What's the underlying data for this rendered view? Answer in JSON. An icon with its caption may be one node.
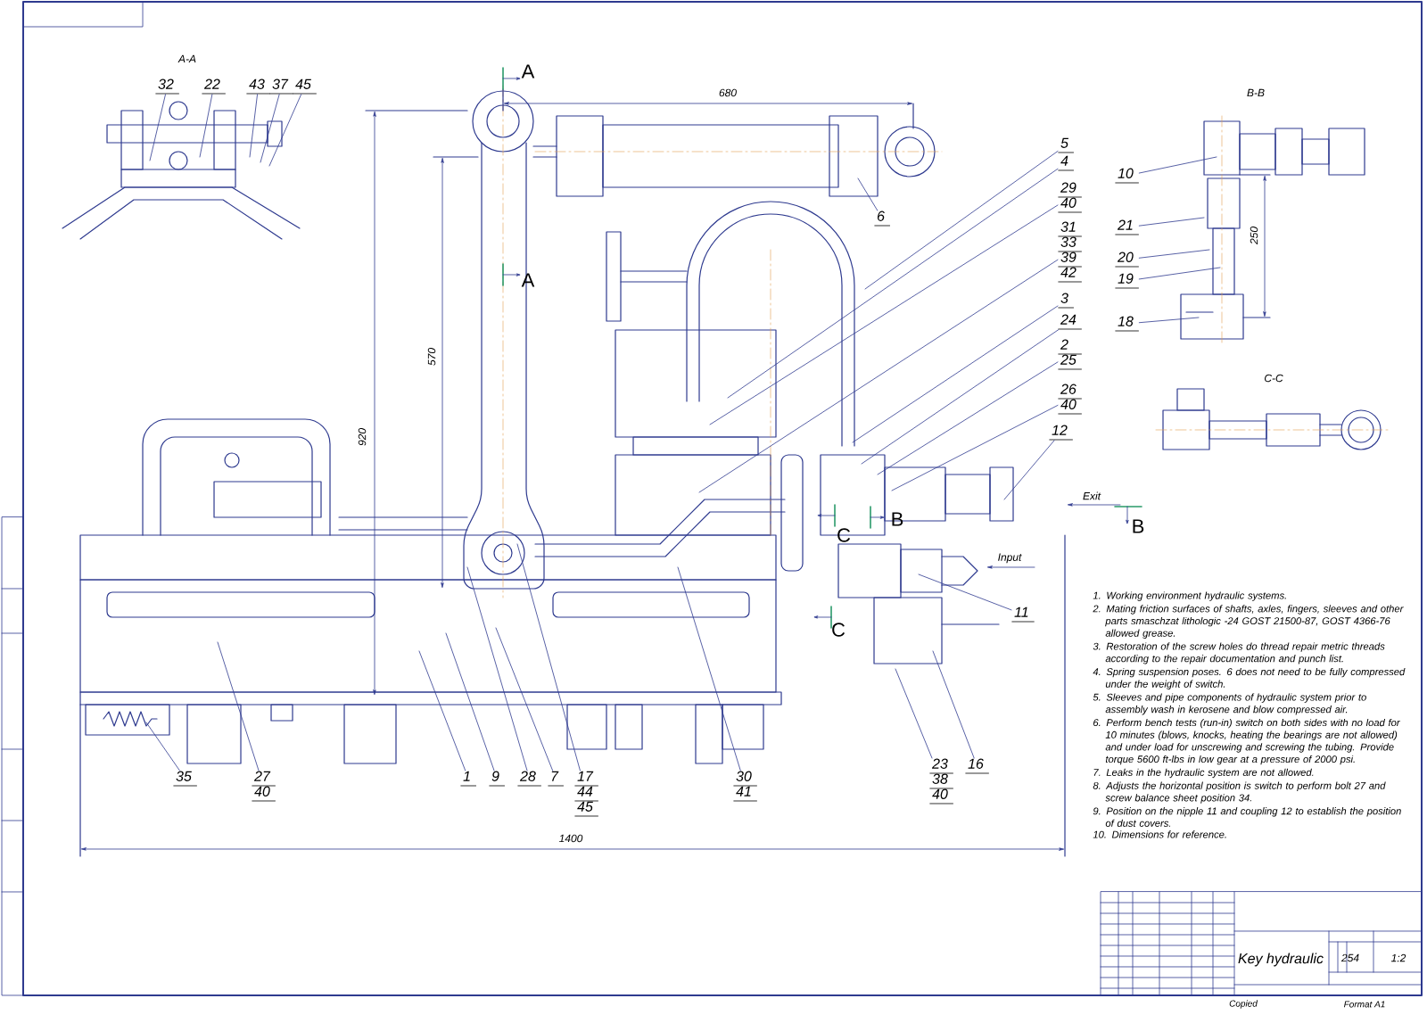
{
  "diagram": {
    "nodes": [
      {
        "text": [
          "32"
        ]
      },
      {
        "text": [
          "22"
        ]
      },
      {
        "text": [
          "43"
        ]
      },
      {
        "text": [
          "37"
        ]
      },
      {
        "text": [
          "45"
        ]
      },
      {
        "text": [
          "5"
        ]
      },
      {
        "text": [
          "4"
        ]
      },
      {
        "text": [
          "29",
          "40"
        ]
      },
      {
        "text": [
          "31",
          "33",
          "39",
          "42"
        ]
      },
      {
        "text": [
          "3"
        ]
      },
      {
        "text": [
          "24"
        ]
      },
      {
        "text": [
          "2",
          "25"
        ]
      },
      {
        "text": [
          "26",
          "40"
        ]
      },
      {
        "text": [
          "12"
        ]
      },
      {
        "text": [
          "6"
        ]
      },
      {
        "text": [
          "11"
        ]
      },
      {
        "text": [
          "10"
        ]
      },
      {
        "text": [
          "21"
        ]
      },
      {
        "text": [
          "20"
        ]
      },
      {
        "text": [
          "19"
        ]
      },
      {
        "text": [
          "18"
        ]
      },
      {
        "text": [
          "35"
        ]
      },
      {
        "text": [
          "27",
          "40"
        ]
      },
      {
        "text": [
          "1"
        ]
      },
      {
        "text": [
          "9"
        ]
      },
      {
        "text": [
          "28"
        ]
      },
      {
        "text": [
          "7"
        ]
      },
      {
        "text": [
          "17",
          "44",
          "45"
        ]
      },
      {
        "text": [
          "30",
          "41"
        ]
      },
      {
        "text": [
          "23",
          "38",
          "40"
        ]
      },
      {
        "text": [
          "16"
        ]
      }
    ],
    "edges": [
      {
        "from": 0,
        "to": null,
        "arrow": "none"
      },
      {
        "from": 1,
        "to": null,
        "arrow": "none"
      },
      {
        "from": 2,
        "to": null,
        "arrow": "none"
      },
      {
        "from": 3,
        "to": null,
        "arrow": "none"
      },
      {
        "from": 4,
        "to": null,
        "arrow": "none"
      },
      {
        "from": 5,
        "to": null,
        "arrow": "none"
      },
      {
        "from": 6,
        "to": null,
        "arrow": "none"
      },
      {
        "from": 7,
        "to": null,
        "arrow": "none"
      },
      {
        "from": 8,
        "to": null,
        "arrow": "none"
      },
      {
        "from": 9,
        "to": null,
        "arrow": "none"
      },
      {
        "from": 10,
        "to": null,
        "arrow": "none"
      },
      {
        "from": 11,
        "to": null,
        "arrow": "none"
      },
      {
        "from": 12,
        "to": null,
        "arrow": "none"
      },
      {
        "from": 13,
        "to": null,
        "arrow": "none"
      },
      {
        "from": 14,
        "to": null,
        "arrow": "none"
      },
      {
        "from": 15,
        "to": null,
        "arrow": "none"
      },
      {
        "from": 16,
        "to": null,
        "arrow": "none"
      },
      {
        "from": 17,
        "to": null,
        "arrow": "none"
      },
      {
        "from": 18,
        "to": null,
        "arrow": "none"
      },
      {
        "from": 19,
        "to": null,
        "arrow": "none"
      },
      {
        "from": 20,
        "to": null,
        "arrow": "none"
      },
      {
        "from": 21,
        "to": null,
        "arrow": "none"
      },
      {
        "from": 22,
        "to": null,
        "arrow": "none"
      },
      {
        "from": 23,
        "to": null,
        "arrow": "none"
      },
      {
        "from": 24,
        "to": null,
        "arrow": "none"
      },
      {
        "from": 25,
        "to": null,
        "arrow": "none"
      },
      {
        "from": 26,
        "to": null,
        "arrow": "none"
      },
      {
        "from": 27,
        "to": null,
        "arrow": "none"
      },
      {
        "from": 28,
        "to": null,
        "arrow": "none"
      },
      {
        "from": 29,
        "to": null,
        "arrow": "none"
      },
      {
        "from": 30,
        "to": null,
        "arrow": "none"
      }
    ],
    "labels": [
      "A-A",
      "A",
      "680",
      "B-B",
      "920",
      "570",
      "A",
      "250",
      "C-C",
      "Exit",
      "B",
      "C",
      "B",
      "Input",
      "C",
      "1400",
      "1. Working environment hydraulic systems.",
      "2. Mating friction surfaces of shafts, axles, fingers, sleeves and other parts smaschzat lithologic -24 GOST 21500-87, GOST 4366-76 allowed grease.",
      "3. Restoration of the screw holes do thread repair metric threads according to the repair documentation and punch list.",
      "4. Spring suspension poses. 6 does not need to be fully compressed under the weight of switch.",
      "5. Sleeves and pipe components of hydraulic system prior to assembly wash in kerosene and blow compressed air.",
      "6. Perform bench tests (run-in) switch on both sides with no load for 10 minutes (blows, knocks, heating the bearings are not allowed) and under load for unscrewing and screwing the tubing. Provide torque 5600 ft-lbs in low gear at a pressure of 2000 psi.",
      "7. Leaks in the hydraulic system are not allowed.",
      "8. Adjusts the horizontal position is switch to perform bolt 27 and screw balance sheet position 34.",
      "9. Position on the nipple 11 and coupling 12 to establish the position of dust covers.",
      "10. Dimensions for reference.",
      "Key hydraulic",
      "254",
      "1:2",
      "Copied",
      "Format A1"
    ]
  }
}
